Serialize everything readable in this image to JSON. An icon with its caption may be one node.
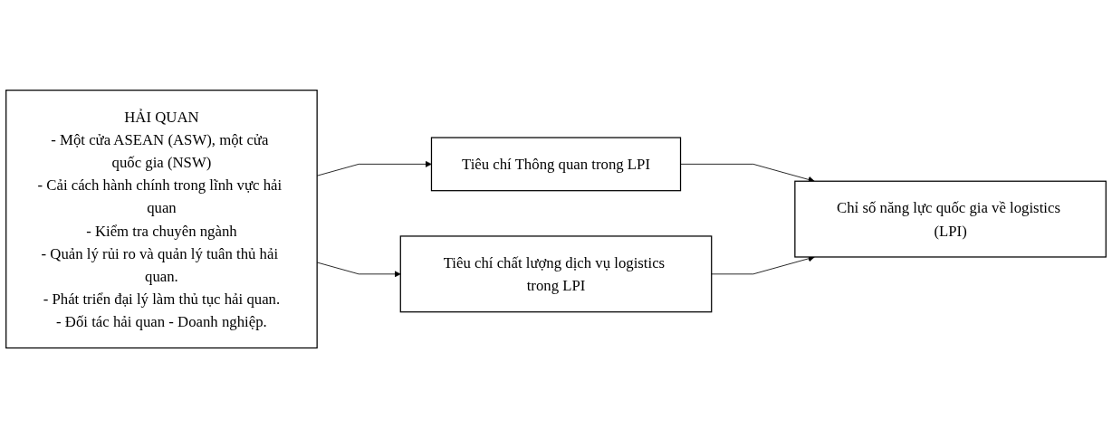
{
  "diagram": {
    "nodes": [
      {
        "text": [
          "HẢI QUAN",
          "- Một cửa ASEAN (ASW), một cửa quốc gia (NSW)",
          "- Cải cách hành chính trong lĩnh vực hải quan",
          "- Kiểm tra chuyên ngành",
          "- Quản lý rủi ro và quản lý tuân thủ hải quan.",
          "- Phát triển đại lý làm thủ tục hải quan.",
          "- Đối tác hải quan - Doanh nghiệp."
        ]
      },
      {
        "text": [
          "Tiêu chí Thông quan trong LPI"
        ]
      },
      {
        "text": [
          "Tiêu chí chất lượng dịch vụ logistics trong LPI"
        ]
      },
      {
        "text": [
          "Chỉ số năng lực quốc gia về logistics (LPI)"
        ]
      }
    ],
    "edges": [
      {
        "from": 0,
        "to": 1,
        "arrow": "to"
      },
      {
        "from": 0,
        "to": 2,
        "arrow": "to"
      },
      {
        "from": 1,
        "to": 3,
        "arrow": "to"
      },
      {
        "from": 2,
        "to": 3,
        "arrow": "to"
      }
    ]
  }
}
